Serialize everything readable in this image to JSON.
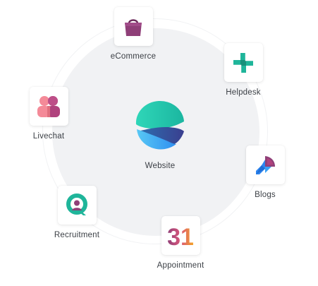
{
  "hub": {
    "label": "Website",
    "icon": "website-sphere-icon"
  },
  "apps": [
    {
      "label": "eCommerce",
      "icon": "shopping-bag-icon"
    },
    {
      "label": "Helpdesk",
      "icon": "helpdesk-cross-icon"
    },
    {
      "label": "Livechat",
      "icon": "livechat-people-icon"
    },
    {
      "label": "Blogs",
      "icon": "blogs-quill-icon"
    },
    {
      "label": "Recruitment",
      "icon": "recruitment-search-icon"
    },
    {
      "label": "Appointment",
      "icon": "calendar-31-icon",
      "glyph": "31"
    }
  ],
  "colors": {
    "ring": "#f1f2f4",
    "text": "#3b3f45",
    "ecommerce": "#8f3f78",
    "helpdesk": "#1fb59a",
    "livechat": "#f27c8c",
    "blogs": "#2e86f0",
    "recruitment": "#1fb59a",
    "appointment": "#f5a623"
  }
}
